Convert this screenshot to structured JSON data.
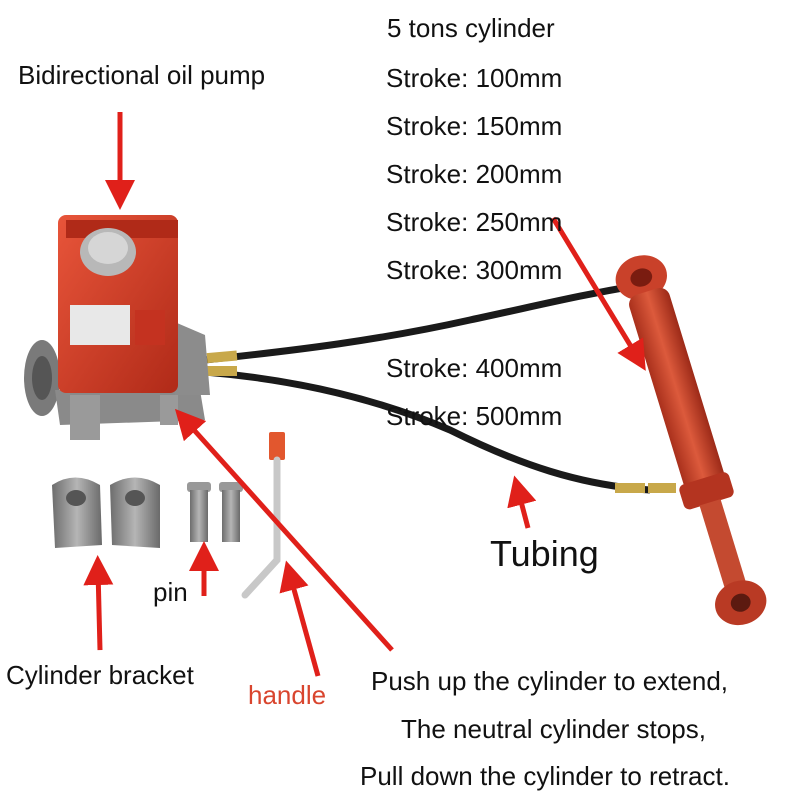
{
  "labels": {
    "pump": "Bidirectional oil pump",
    "cylinder_title": "5 tons cylinder",
    "strokes": [
      "Stroke: 100mm",
      "Stroke: 150mm",
      "Stroke: 200mm",
      "Stroke: 250mm",
      "Stroke: 300mm",
      "Stroke: 400mm",
      "Stroke: 500mm"
    ],
    "tubing": "Tubing",
    "pin": "pin",
    "bracket": "Cylinder bracket",
    "handle": "handle",
    "instructions": [
      "Push up the cylinder to extend,",
      "The neutral cylinder stops,",
      "Pull down the cylinder to retract."
    ]
  },
  "colors": {
    "arrow": "#e0201a",
    "pump_body": "#d63a24",
    "cylinder_body": "#c9412a",
    "handle_text": "#d9452e",
    "hose": "#1a1a1a",
    "metal": "#8a8a8a"
  }
}
